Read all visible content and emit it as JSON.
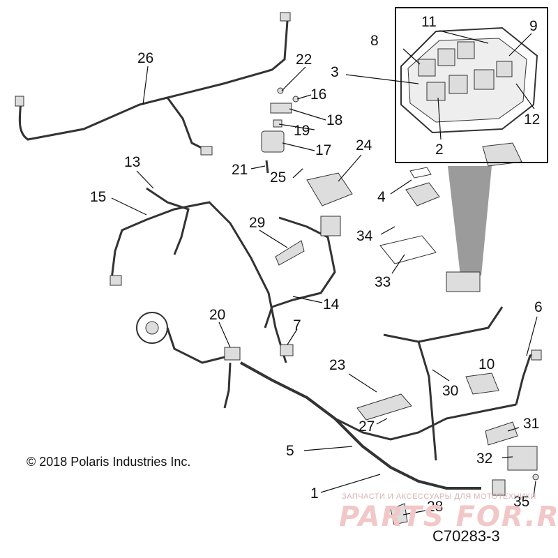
{
  "copyright": "© 2018 Polaris Industries Inc.",
  "diagram_code": "C70283-3",
  "watermark": {
    "top_text": "ЗАПЧАСТИ И АКСЕССУАРЫ ДЛЯ МОТОТЕХНИКИ",
    "brand_text": "PARTS FOR.RU"
  },
  "callouts": [
    "1",
    "2",
    "3",
    "4",
    "5",
    "6",
    "7",
    "8",
    "9",
    "10",
    "11",
    "12",
    "13",
    "14",
    "15",
    "16",
    "17",
    "18",
    "19",
    "20",
    "21",
    "22",
    "23",
    "24",
    "25",
    "26",
    "27",
    "28",
    "29",
    "30",
    "31",
    "32",
    "33",
    "34",
    "35"
  ],
  "colors": {
    "line": "#333333",
    "part_fill": "#dddddd",
    "watermark": "#f2c7c7",
    "cone": "#888888"
  }
}
